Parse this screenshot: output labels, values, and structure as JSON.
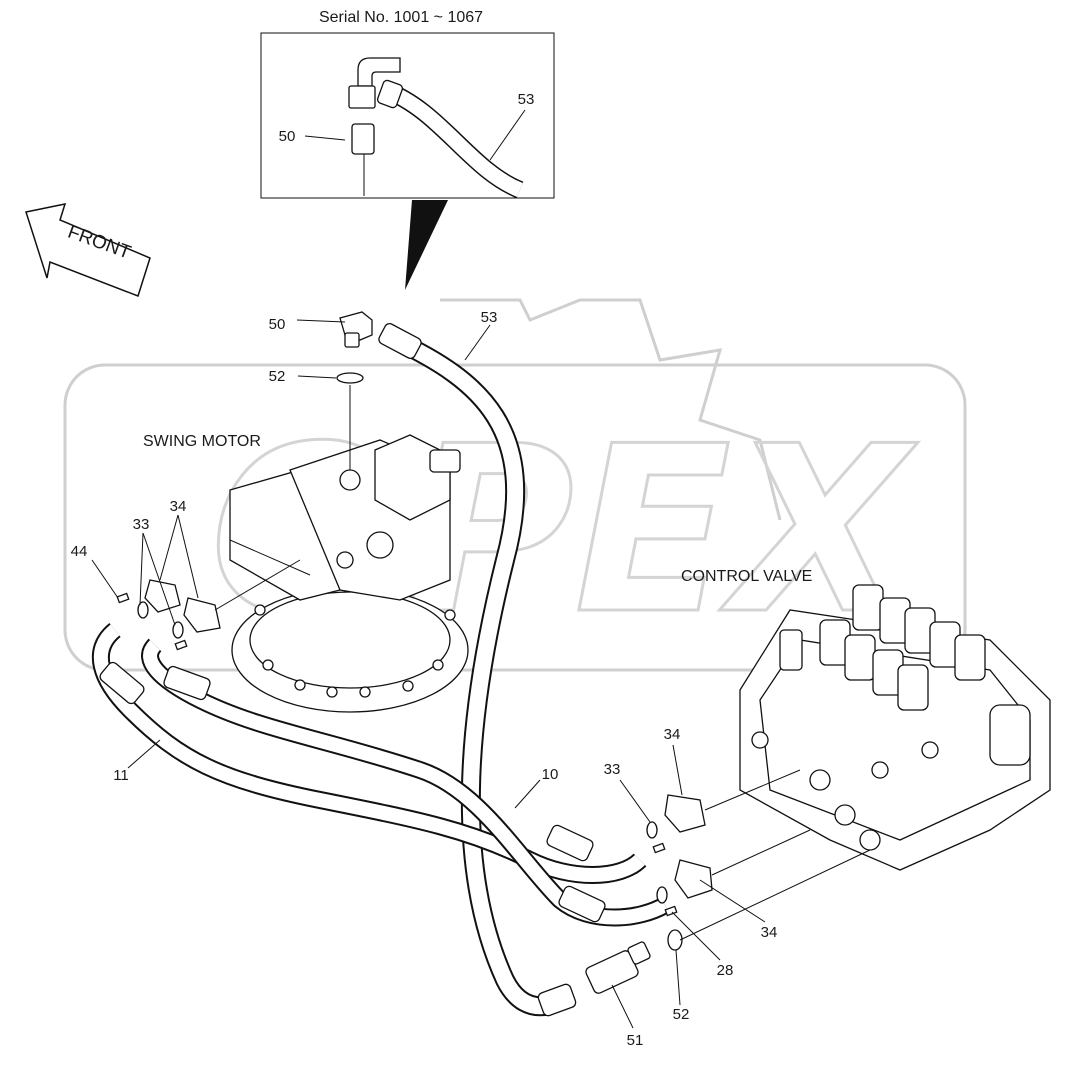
{
  "inset": {
    "title": "Serial No. 1001 ~ 1067"
  },
  "direction_label": "FRONT",
  "components": {
    "swing_motor": "SWING MOTOR",
    "control_valve": "CONTROL VALVE"
  },
  "watermark": {
    "text": "OPEX"
  },
  "callouts": {
    "c50_inset": "50",
    "c53_inset": "53",
    "c50": "50",
    "c53": "53",
    "c52_top": "52",
    "c34_left": "34",
    "c33_left": "33",
    "c44": "44",
    "c11": "11",
    "c10": "10",
    "c33_right": "33",
    "c34_upper": "34",
    "c34_lower": "34",
    "c28": "28",
    "c52_bottom": "52",
    "c51": "51"
  }
}
